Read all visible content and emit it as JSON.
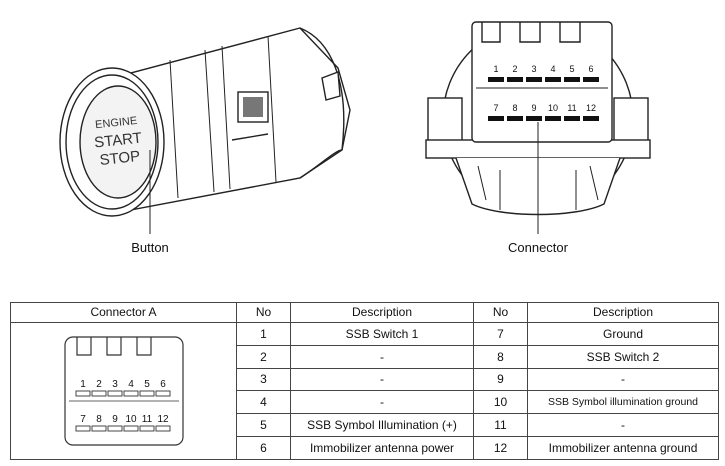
{
  "figure": {
    "button_label": "Button",
    "connector_label": "Connector",
    "button_face": [
      "ENGINE",
      "START",
      "STOP"
    ],
    "connector_pins_top": [
      "1",
      "2",
      "3",
      "4",
      "5",
      "6"
    ],
    "connector_pins_bottom": [
      "7",
      "8",
      "9",
      "10",
      "11",
      "12"
    ]
  },
  "table": {
    "headers": [
      "Connector A",
      "No",
      "Description",
      "No",
      "Description"
    ],
    "connector_a": {
      "pins_top": [
        "1",
        "2",
        "3",
        "4",
        "5",
        "6"
      ],
      "pins_bottom": [
        "7",
        "8",
        "9",
        "10",
        "11",
        "12"
      ]
    },
    "rows": [
      {
        "no_a": "1",
        "desc_a": "SSB Switch 1",
        "no_b": "7",
        "desc_b": "Ground"
      },
      {
        "no_a": "2",
        "desc_a": "-",
        "no_b": "8",
        "desc_b": "SSB Switch 2"
      },
      {
        "no_a": "3",
        "desc_a": "-",
        "no_b": "9",
        "desc_b": "-"
      },
      {
        "no_a": "4",
        "desc_a": "-",
        "no_b": "10",
        "desc_b": "SSB Symbol illumination ground"
      },
      {
        "no_a": "5",
        "desc_a": "SSB Symbol Illumination (+)",
        "no_b": "11",
        "desc_b": "-"
      },
      {
        "no_a": "6",
        "desc_a": "Immobilizer antenna power",
        "no_b": "12",
        "desc_b": "Immobilizer antenna ground"
      }
    ]
  }
}
